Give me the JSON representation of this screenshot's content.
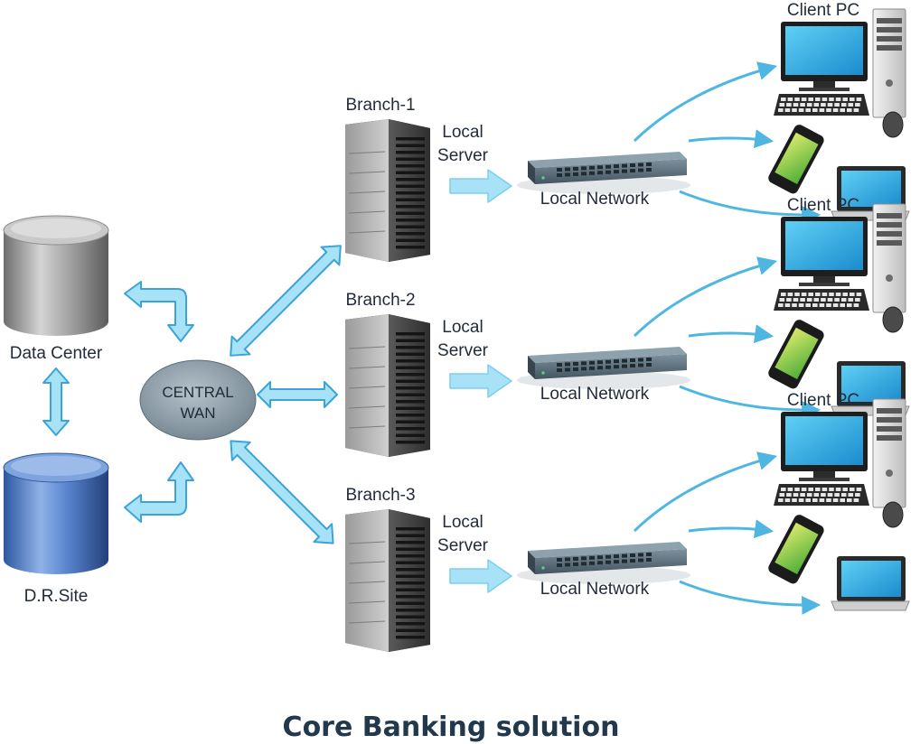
{
  "title": "Core Banking solution",
  "nodes": {
    "data_center": "Data Center",
    "dr_site": "D.R.Site",
    "central_wan_line1": "CENTRAL",
    "central_wan_line2": "WAN"
  },
  "branches": [
    {
      "name": "Branch-1",
      "server_line1": "Local",
      "server_line2": "Server",
      "network": "Local Network",
      "client": "Client PC"
    },
    {
      "name": "Branch-2",
      "server_line1": "Local",
      "server_line2": "Server",
      "network": "Local Network",
      "client": "Client PC"
    },
    {
      "name": "Branch-3",
      "server_line1": "Local",
      "server_line2": "Server",
      "network": "Local Network",
      "client": "Client PC"
    }
  ],
  "colors": {
    "arrow_fill": "#a8e2f7",
    "arrow_stroke": "#3aa4d8",
    "flow_line": "#4fb6e2",
    "server_dark": "#3b3b3b",
    "database_gray": "#8f8f8f",
    "database_blue": "#3a6fc0",
    "wan_fill": "#8a9aa5",
    "switch_body": "#5c6f7b",
    "screen": "#2aa6e2",
    "title_text": "#22384c"
  }
}
